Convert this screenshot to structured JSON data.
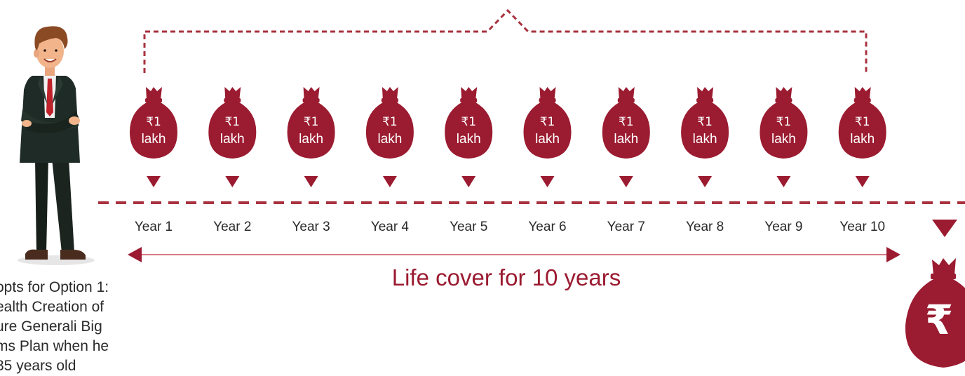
{
  "colors": {
    "maroon": "#9b1b30",
    "dash": "#a8323f",
    "text": "#2a2a2a"
  },
  "icons": {
    "money_bag": "money-bag-icon",
    "large_bag": "rupee-bag-icon",
    "person": "businessman-illustration"
  },
  "bag_amount": "₹1",
  "bag_unit": "lakh",
  "years": [
    "Year 1",
    "Year 2",
    "Year 3",
    "Year 4",
    "Year 5",
    "Year 6",
    "Year 7",
    "Year 8",
    "Year 9",
    "Year 10"
  ],
  "life_cover_label": "Life cover for 10 years",
  "large_bag_symbol": "₹",
  "caption_lines": [
    "opts for Option 1:",
    "ealth Creation of",
    "ure Generali Big",
    "ms Plan when he",
    "35 years old"
  ]
}
